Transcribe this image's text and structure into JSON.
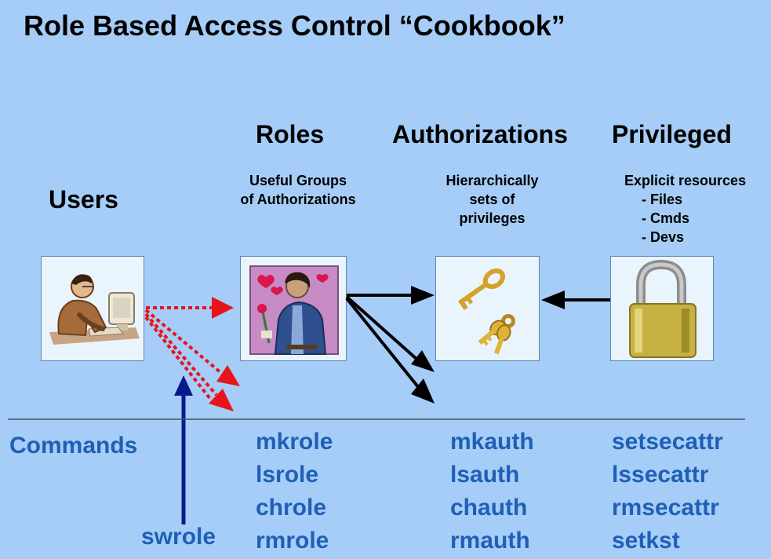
{
  "title": "Role Based Access Control “Cookbook”",
  "columns": {
    "users": {
      "heading": "Users"
    },
    "roles": {
      "heading": "Roles",
      "desc": [
        "Useful Groups",
        "of  Authorizations"
      ]
    },
    "authorizations": {
      "heading": "Authorizations",
      "desc": [
        "Hierarchically",
        "sets of",
        "privileges"
      ]
    },
    "privileged": {
      "heading": "Privileged",
      "desc": [
        "Explicit resources",
        "- Files",
        "- Cmds",
        "- Devs"
      ]
    }
  },
  "commands": {
    "label": "Commands",
    "swrole": "swrole",
    "roles": [
      "mkrole",
      "lsrole",
      "chrole",
      "rmrole"
    ],
    "auth": [
      "mkauth",
      "lsauth",
      "chauth",
      "rmauth"
    ],
    "priv": [
      "setsecattr",
      "lssecattr",
      "rmsecattr",
      "setkst"
    ]
  },
  "icons": {
    "users": "person-at-computer-icon",
    "roles": "person-with-rose-icon",
    "authorizations": "keys-icon",
    "privileged": "padlock-icon"
  },
  "colors": {
    "background": "#a5cdf7",
    "command_text": "#1f5fb5",
    "dotted_arrow": "#e8141b",
    "swrole_arrow": "#0a1a8c"
  }
}
